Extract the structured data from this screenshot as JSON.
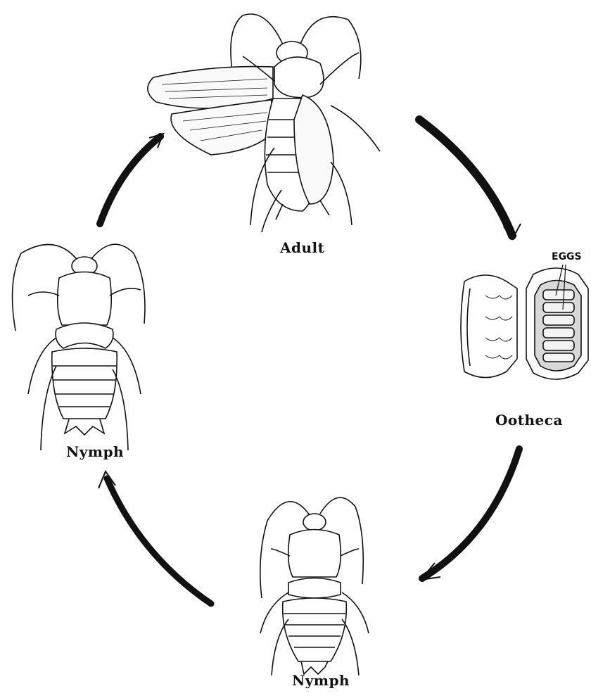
{
  "labels": {
    "adult": "Adult",
    "ootheca": "Ootheca",
    "eggs": "EGGS",
    "nymph_bottom": "Nymph",
    "nymph_left": "Nymph"
  },
  "colors": {
    "ink": "#111111",
    "paper": "#ffffff"
  }
}
